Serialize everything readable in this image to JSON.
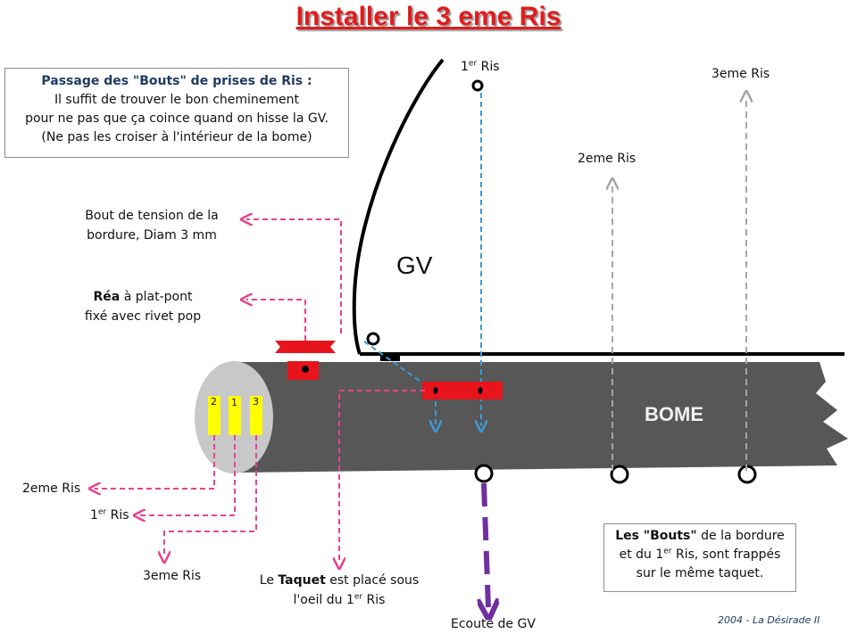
{
  "title": "Installer le 3 eme Ris",
  "info_box": {
    "heading": "Passage des \"Bouts\" de prises de Ris :",
    "lines": [
      "Il suffit de trouver le bon cheminement",
      "pour ne pas que ça coince quand on hisse la GV.",
      "(Ne pas les croiser à l'intérieur de la bome)"
    ]
  },
  "labels": {
    "bout_tension": [
      "Bout de tension de la",
      "bordure,  Diam 3 mm"
    ],
    "rea_bold": "Réa",
    "rea_rest": " à plat-pont",
    "rea_line2": "fixé avec rivet pop",
    "gv": "GV",
    "bome": "BOME",
    "ris1_base": "1",
    "ris1_sup": "er",
    "ris1_rest": " Ris",
    "ris2": "2eme Ris",
    "ris3": "3eme Ris",
    "left_2eme": "2eme Ris",
    "left_1er_base": "1",
    "left_1er_sup": "er",
    "left_1er_rest": " Ris",
    "left_3eme": "3eme Ris",
    "taquet_pre": "Le ",
    "taquet_bold": "Taquet",
    "taquet_post": " est placé sous",
    "taquet_line2_pre": "l'oeil du 1",
    "taquet_line2_sup": "er",
    "taquet_line2_post": " Ris",
    "ecoute": "Ecoute de GV",
    "footer": "2004 - La Désirade II"
  },
  "bouts_box": {
    "line1_bold": "Les \"Bouts\"",
    "line1_rest": " de la bordure",
    "line2_pre": "et du 1",
    "line2_sup": "er",
    "line2_post": " Ris, sont frappés",
    "line3": "sur le même taquet."
  },
  "end_numbers": [
    "2",
    "1",
    "3"
  ],
  "colors": {
    "title": "#e31b1b",
    "boom": "#575757",
    "boom_end": "#c8c8c8",
    "red_fitting": "#e8141b",
    "yellow_line": "#ffff00",
    "pink_arrow": "#e8428f",
    "blue_arrow": "#3c9ad6",
    "grey_arrow": "#a6a6a6",
    "sheet_arrow": "#7030a0"
  }
}
